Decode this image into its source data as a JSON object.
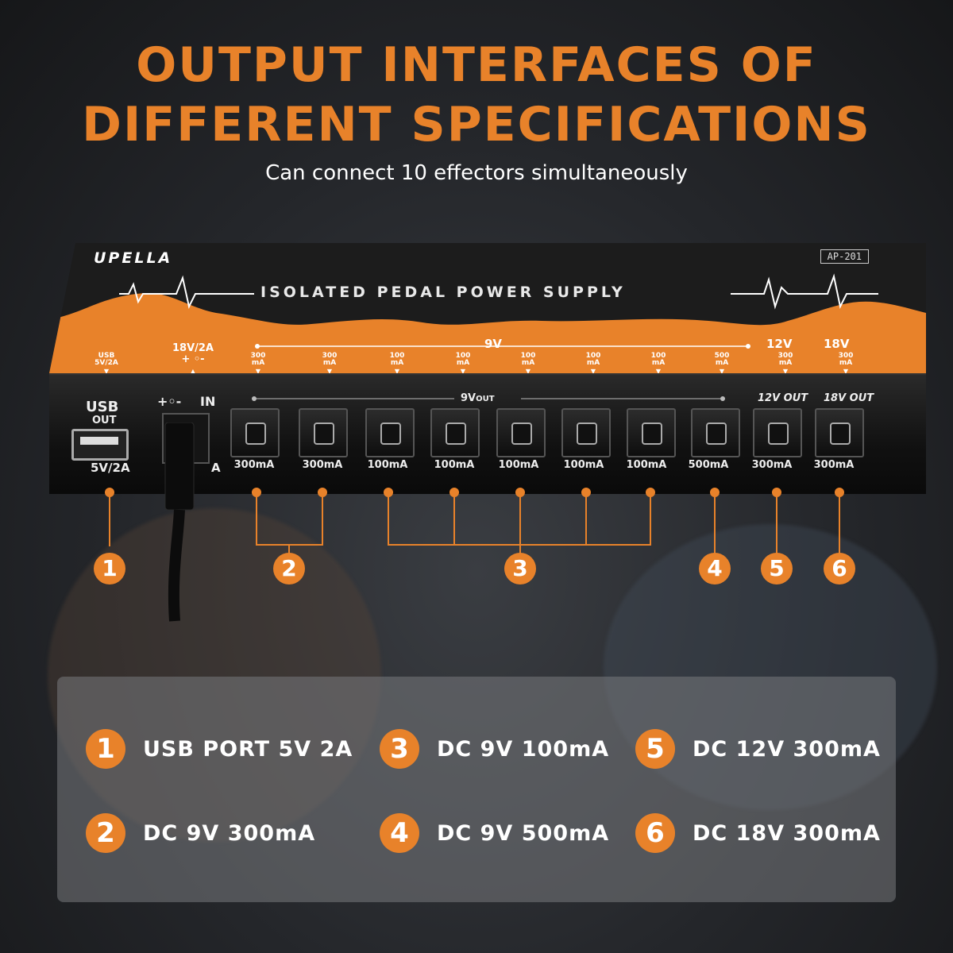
{
  "header": {
    "line1": "OUTPUT INTERFACES OF",
    "line2": "DIFFERENT SPECIFICATIONS",
    "subtitle": "Can connect 10 effectors simultaneously"
  },
  "device": {
    "brand": "UPELLA",
    "model": "AP-201",
    "title": "ISOLATED PEDAL POWER SUPPLY",
    "top_labels": {
      "usb": [
        "USB",
        "5V/2A"
      ],
      "input": "18V/2A",
      "outputs": [
        [
          "300",
          "mA"
        ],
        [
          "300",
          "mA"
        ],
        [
          "100",
          "mA"
        ],
        [
          "100",
          "mA"
        ],
        [
          "100",
          "mA"
        ],
        [
          "100",
          "mA"
        ],
        [
          "100",
          "mA"
        ],
        [
          "500",
          "mA"
        ],
        [
          "300",
          "mA"
        ],
        [
          "300",
          "mA"
        ]
      ],
      "group_9v": "9V",
      "group_12v": "12V",
      "group_18v": "18V"
    },
    "front": {
      "usb_label": "USB",
      "usb_out": "OUT",
      "usb_rating": "5V/2A",
      "in_label": "IN",
      "in_rating_partial": "A",
      "out_9v": "9V",
      "out_9v_suffix": "OUT",
      "out_12v": "12V OUT",
      "out_18v": "18V OUT",
      "jack_ratings": [
        "300mA",
        "300mA",
        "100mA",
        "100mA",
        "100mA",
        "100mA",
        "100mA",
        "500mA",
        "300mA",
        "300mA"
      ]
    }
  },
  "callouts": [
    "1",
    "2",
    "3",
    "4",
    "5",
    "6"
  ],
  "legend": [
    {
      "num": "1",
      "text": "USB PORT 5V 2A"
    },
    {
      "num": "3",
      "text": "DC 9V 100mA"
    },
    {
      "num": "5",
      "text": "DC 12V 300mA"
    },
    {
      "num": "2",
      "text": "DC 9V 300mA"
    },
    {
      "num": "4",
      "text": "DC 9V 500mA"
    },
    {
      "num": "6",
      "text": "DC 18V 300mA"
    }
  ],
  "colors": {
    "accent": "#e8822a",
    "text": "#ffffff",
    "background": "#24262a"
  }
}
